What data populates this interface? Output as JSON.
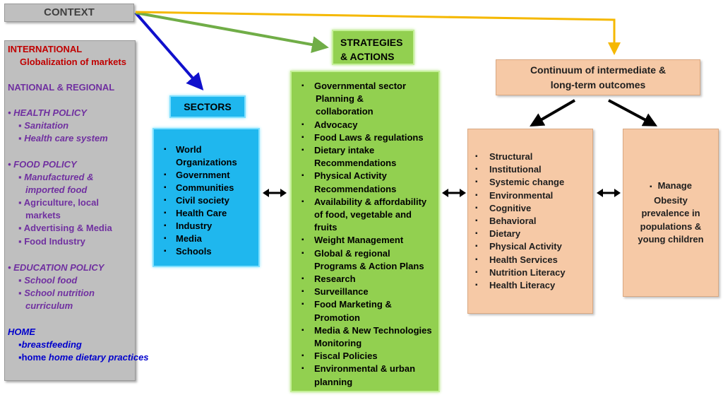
{
  "context": {
    "title": "CONTEXT",
    "international": "INTERNATIONAL",
    "globalization": "Globalization of markets",
    "national": "NATIONAL & REGIONAL",
    "health_policy": "• HEALTH POLICY",
    "health_items": [
      "Sanitation",
      "Health care system"
    ],
    "food_policy": "• FOOD POLICY",
    "food_items": [
      "Manufactured &",
      "imported food",
      "Agriculture, local",
      "markets",
      "Advertising & Media",
      "Food Industry"
    ],
    "education_policy": "• EDUCATION POLICY",
    "education_items": [
      "School food",
      "School nutrition",
      "curriculum"
    ],
    "home": "HOME",
    "home_items": [
      "breastfeeding",
      "home dietary practices"
    ]
  },
  "sectors": {
    "title": "SECTORS",
    "items": [
      "World",
      "Organizations",
      "Government",
      "Communities",
      "Civil society",
      "Health Care",
      "Industry",
      "Media",
      "Schools"
    ]
  },
  "strategies": {
    "title_line1": "STRATEGIES",
    "title_line2": "& ACTIONS",
    "items": [
      "Governmental sector",
      "Planning &",
      "collaboration",
      "Advocacy",
      "Food Laws & regulations",
      "Dietary intake",
      "Recommendations",
      "Physical Activity",
      "Recommendations",
      "Availability & affordability",
      "of food, vegetable and",
      "fruits",
      "Weight Management",
      "Global & regional",
      "Programs & Action Plans",
      "Research",
      "Surveillance",
      "Food Marketing &",
      "Promotion",
      "Media & New Technologies",
      "Monitoring",
      "Fiscal Policies",
      "Environmental & urban",
      "planning"
    ]
  },
  "outcomes": {
    "title_line1": "Continuum of intermediate &",
    "title_line2": "long-term outcomes",
    "items": [
      "Structural",
      "Institutional",
      "Systemic change",
      "Environmental",
      "Cognitive",
      "Behavioral",
      "Dietary",
      "Physical Activity",
      "Health Services",
      "Nutrition Literacy",
      "Health Literacy"
    ]
  },
  "result": {
    "lines": [
      "Manage",
      "Obesity",
      "prevalence in",
      "populations &",
      "young children"
    ]
  },
  "colors": {
    "context_bg": "#bfbfbf",
    "sectors_bg": "#1fb7ee",
    "strategies_bg": "#92d050",
    "outcomes_bg": "#f6c9a6",
    "arrow_blue": "#1010cc",
    "arrow_green": "#70ad47",
    "arrow_yellow": "#f5b800"
  }
}
